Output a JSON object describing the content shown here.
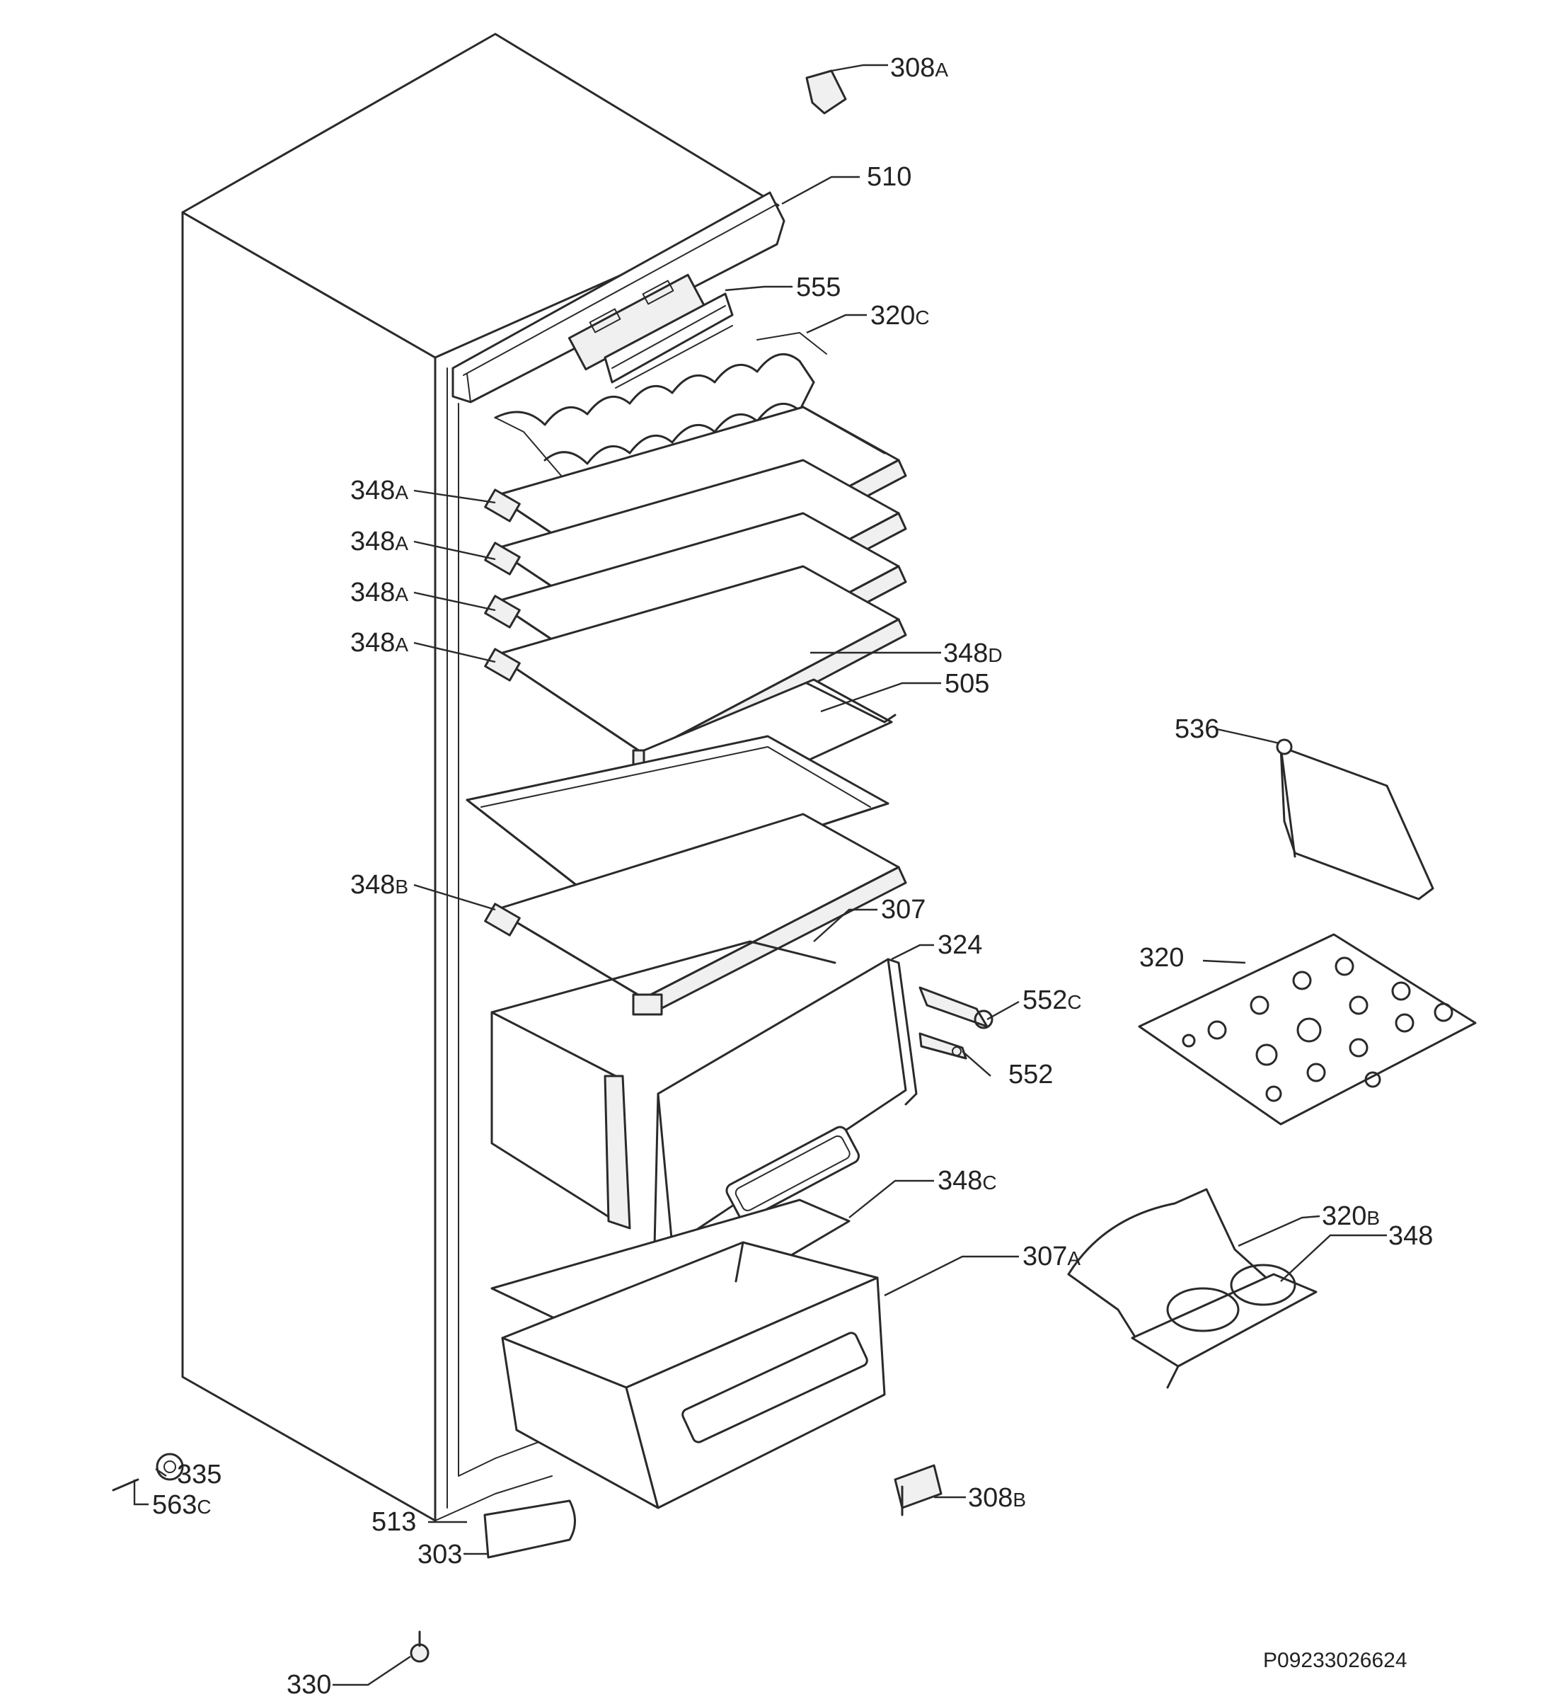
{
  "parts": [
    {
      "num": "308",
      "suf": "A"
    },
    {
      "num": "510",
      "suf": ""
    },
    {
      "num": "555",
      "suf": ""
    },
    {
      "num": "320",
      "suf": "C"
    },
    {
      "num": "348",
      "suf": "A"
    },
    {
      "num": "348",
      "suf": "A"
    },
    {
      "num": "348",
      "suf": "A"
    },
    {
      "num": "348",
      "suf": "A"
    },
    {
      "num": "348",
      "suf": "D"
    },
    {
      "num": "505",
      "suf": ""
    },
    {
      "num": "536",
      "suf": ""
    },
    {
      "num": "348",
      "suf": "B"
    },
    {
      "num": "307",
      "suf": ""
    },
    {
      "num": "324",
      "suf": ""
    },
    {
      "num": "552",
      "suf": "C"
    },
    {
      "num": "552",
      "suf": ""
    },
    {
      "num": "320",
      "suf": ""
    },
    {
      "num": "348",
      "suf": "C"
    },
    {
      "num": "320",
      "suf": "B"
    },
    {
      "num": "348",
      "suf": ""
    },
    {
      "num": "307",
      "suf": "A"
    },
    {
      "num": "335",
      "suf": ""
    },
    {
      "num": "563",
      "suf": "C"
    },
    {
      "num": "308",
      "suf": "B"
    },
    {
      "num": "513",
      "suf": ""
    },
    {
      "num": "303",
      "suf": ""
    },
    {
      "num": "330",
      "suf": ""
    }
  ],
  "diagram_code": "P09233026624"
}
